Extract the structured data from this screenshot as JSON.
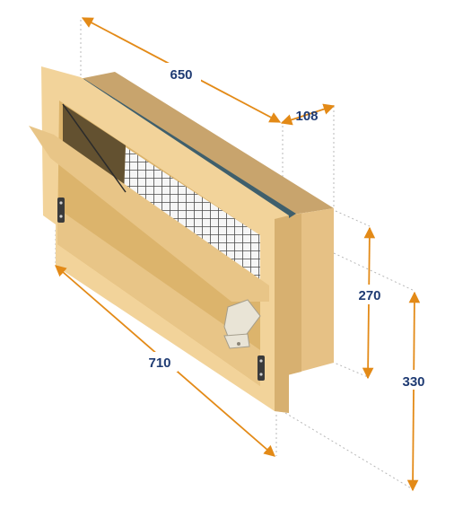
{
  "colors": {
    "dimension_text": "#1f3b73",
    "dimension_arrow": "#e38a17",
    "guide_line": "#b8b8b8",
    "frame_light": "#f2d39a",
    "frame_mid": "#e8c587",
    "frame_dark": "#d7b070",
    "box_side": "#e6c185",
    "box_top": "#c8a46d",
    "seal": "#3f5f6c",
    "mesh": "#4a4a4a",
    "interior": "#dcb46c",
    "metal": "#e9e4d6",
    "metal_edge": "#a59e8c",
    "hinge": "#3b3b3b"
  },
  "dimensions": {
    "top_length": "650",
    "depth": "108",
    "inner_height": "270",
    "outer_height": "330",
    "bottom_length": "710"
  }
}
